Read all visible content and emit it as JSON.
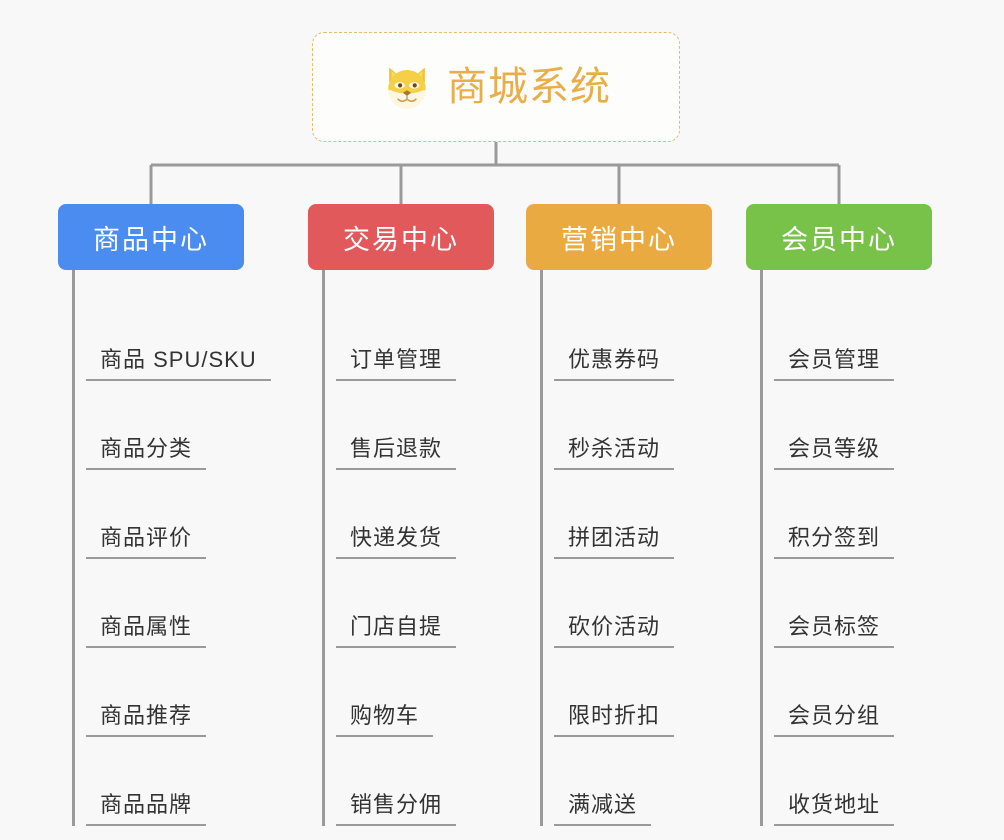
{
  "background_color": "#f8f8f8",
  "root": {
    "title": "商城系统",
    "icon": "shiba-dog-emoji",
    "border_color": "#e8ba6a",
    "text_color": "#e8ae4a"
  },
  "connector_color": "#9a9a9a",
  "branches": [
    {
      "label": "商品中心",
      "color": "#4a8cf0",
      "items": [
        "商品 SPU/SKU",
        "商品分类",
        "商品评价",
        "商品属性",
        "商品推荐",
        "商品品牌"
      ]
    },
    {
      "label": "交易中心",
      "color": "#e2595b",
      "items": [
        "订单管理",
        "售后退款",
        "快递发货",
        "门店自提",
        "购物车",
        "销售分佣"
      ]
    },
    {
      "label": "营销中心",
      "color": "#eaaa42",
      "items": [
        "优惠券码",
        "秒杀活动",
        "拼团活动",
        "砍价活动",
        "限时折扣",
        "满减送"
      ]
    },
    {
      "label": "会员中心",
      "color": "#79c24a",
      "items": [
        "会员管理",
        "会员等级",
        "积分签到",
        "会员标签",
        "会员分组",
        "收货地址"
      ]
    }
  ]
}
